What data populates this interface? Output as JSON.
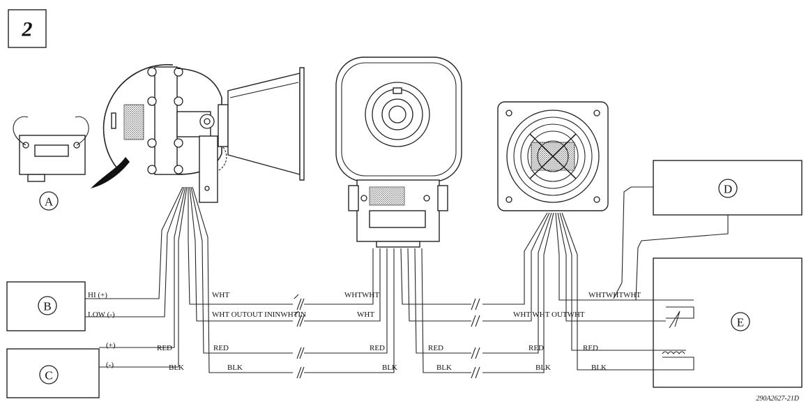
{
  "figure": {
    "number": "2"
  },
  "components": {
    "A": "A",
    "B": "B",
    "C": "C",
    "D": "D",
    "E": "E"
  },
  "wire_labels": {
    "hi": "HI (+)",
    "low": "LOW (-)",
    "plus": "(+)",
    "minus": "(-)",
    "wht1": "WHT",
    "whtwht1": "WHTWHT",
    "whtwhtwht": "WHTWHTWHT",
    "wht_outout": "WHT OUTOUT ININWHTIN",
    "wht2": "WHT",
    "wht_wht_out": "WHT WHT OUTWHT",
    "red1": "RED",
    "red2": "RED",
    "red3": "RED",
    "red4": "RED",
    "red5": "RED",
    "red6": "RED",
    "blk1": "BLK",
    "blk2": "BLK",
    "blk3": "BLK",
    "blk4": "BLK",
    "blk5": "BLK",
    "blk6": "BLK"
  },
  "drawing_code": "290A2627-21D"
}
